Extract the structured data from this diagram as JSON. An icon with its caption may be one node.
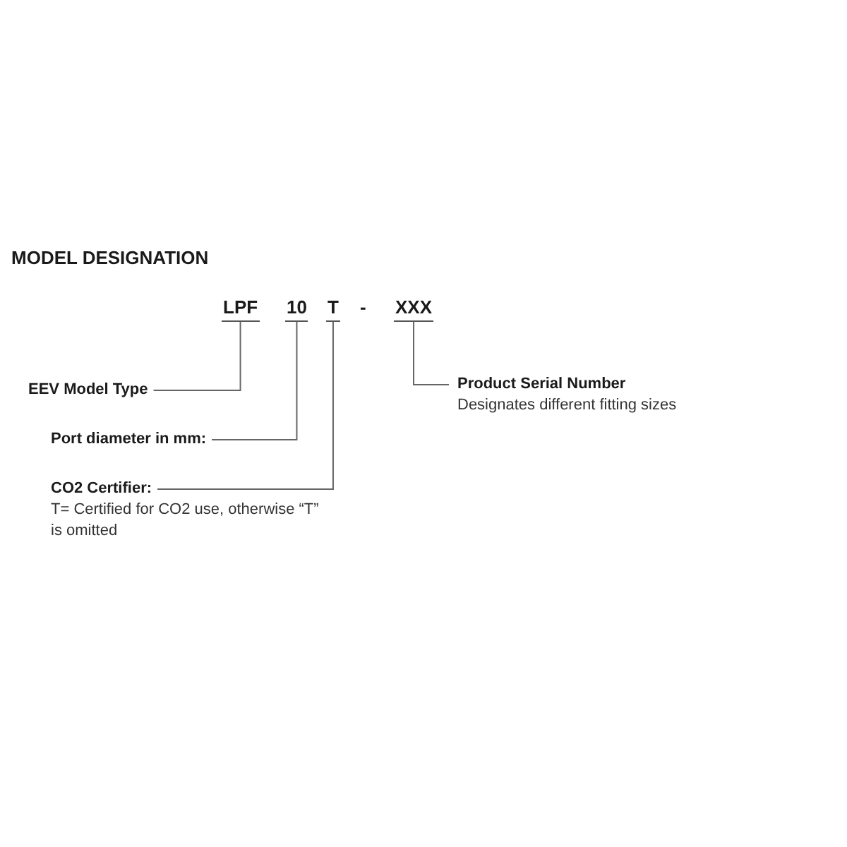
{
  "diagram": {
    "title": "MODEL DESIGNATION",
    "nodes": [
      {
        "text": [
          "LPF"
        ]
      },
      {
        "text": [
          "10"
        ]
      },
      {
        "text": [
          "T"
        ]
      },
      {
        "text": [
          "XXX"
        ]
      },
      {
        "text": [
          "EEV Model Type"
        ]
      },
      {
        "text": [
          "Port diameter in mm:"
        ]
      },
      {
        "text": [
          "CO2 Certifier:",
          "T= Certified for CO2 use, otherwise “T” is omitted"
        ]
      },
      {
        "text": [
          "Product Serial Number",
          "Designates different fitting sizes"
        ]
      }
    ],
    "edges": [
      {
        "from": 4,
        "to": 0,
        "arrow": "none"
      },
      {
        "from": 5,
        "to": 1,
        "arrow": "none"
      },
      {
        "from": 6,
        "to": 2,
        "arrow": "none"
      },
      {
        "from": 7,
        "to": 3,
        "arrow": "none"
      }
    ],
    "labels": [
      "-"
    ]
  }
}
